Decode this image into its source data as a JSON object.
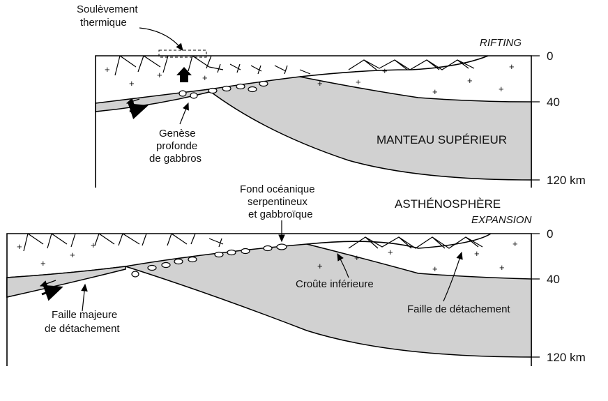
{
  "top_panel": {
    "mode_label": "RIFTING",
    "uplift_label_line1": "Soulèvement",
    "uplift_label_line2": "thermique",
    "gabbro_line1": "Genèse",
    "gabbro_line2": "profonde",
    "gabbro_line3": "de gabbros",
    "mantle_label": "MANTEAU SUPÉRIEUR"
  },
  "middle": {
    "seafloor_line1": "Fond océanique",
    "seafloor_line2": "serpentineux",
    "seafloor_line3": "et gabbroïque",
    "asthenosphere_label": "ASTHÉNOSPHÈRE"
  },
  "bottom_panel": {
    "mode_label": "EXPANSION",
    "lower_crust_label": "Croûte inférieure",
    "detachment_label": "Faille de détachement",
    "major_fault_line1": "Faille majeure",
    "major_fault_line2": "de détachement"
  },
  "depth_scale": {
    "top": [
      "0",
      "40",
      "120 km"
    ],
    "bottom": [
      "0",
      "40",
      "120 km"
    ]
  }
}
